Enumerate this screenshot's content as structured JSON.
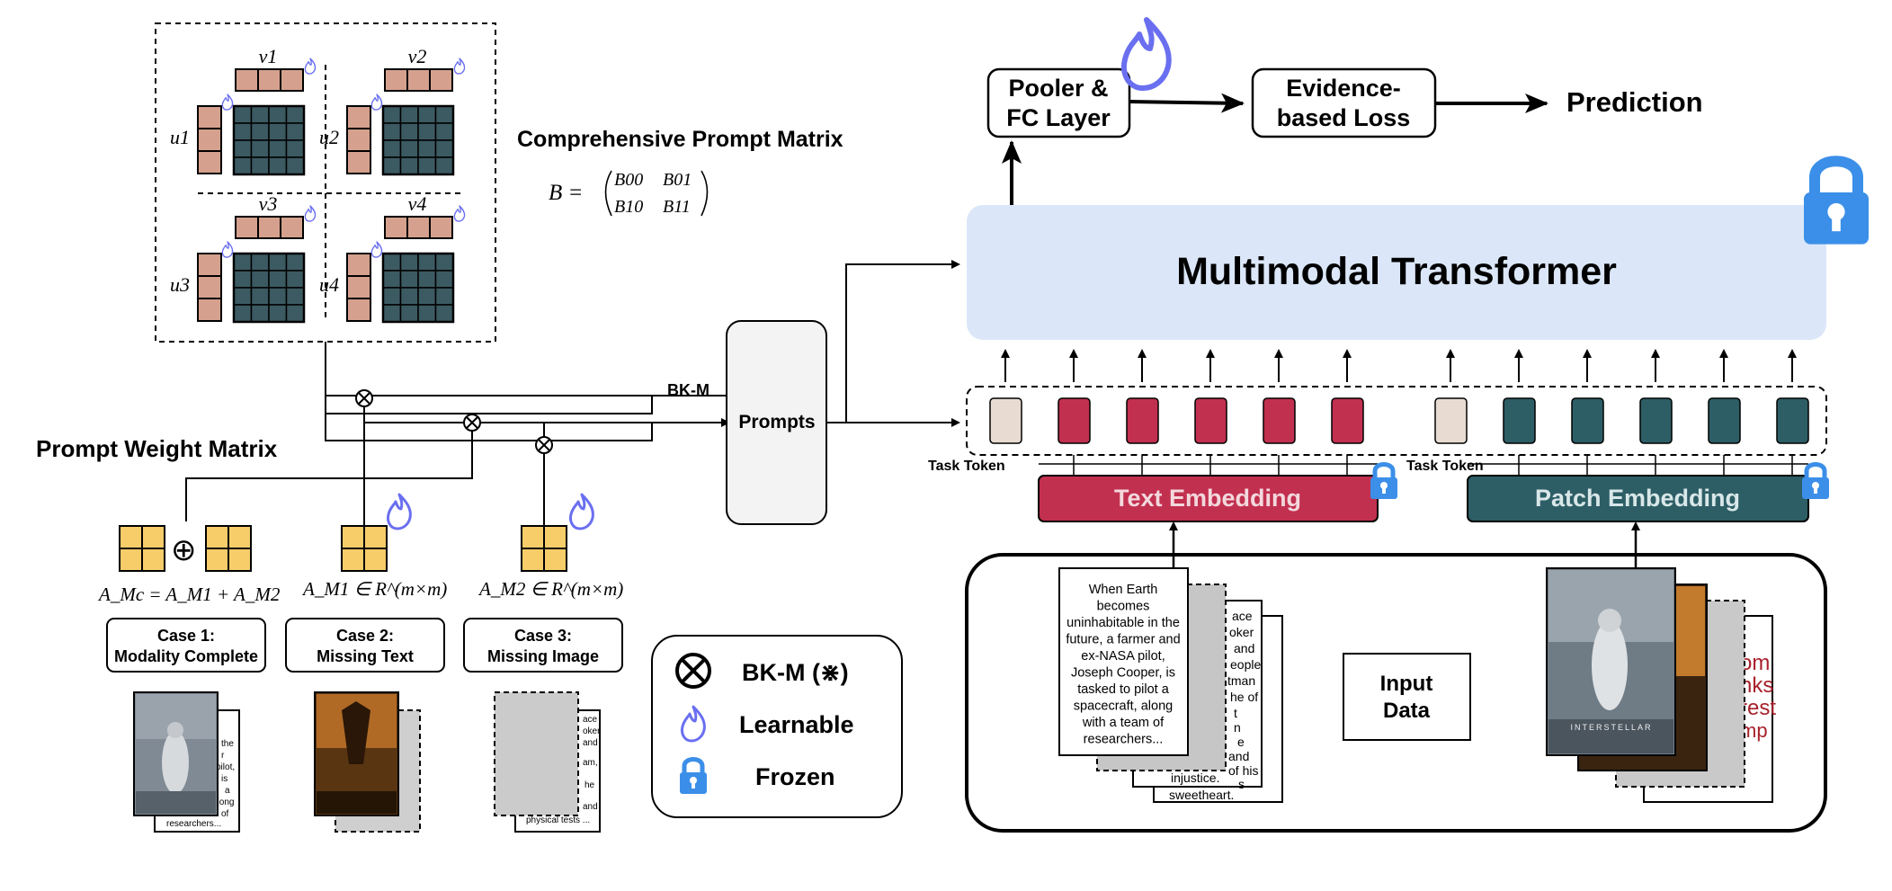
{
  "prompt_matrix": {
    "title": "Comprehensive Prompt Matrix",
    "equation": "B =",
    "b00": "B00",
    "b01": "B01",
    "b10": "B10",
    "b11": "B11",
    "v_labels": [
      "v1",
      "v2",
      "v3",
      "v4"
    ],
    "u_labels": [
      "u1",
      "u2",
      "u3",
      "u4"
    ]
  },
  "weight_matrix": {
    "title": "Prompt Weight Matrix",
    "formula_c": "A_Mc = A_M1 + A_M2",
    "formula_1": "A_M1 ∈ R^(m×m)",
    "formula_2": "A_M2 ∈ R^(m×m)",
    "plus_symbol": "⊕"
  },
  "cases": [
    {
      "line1": "Case 1:",
      "line2": "Modality Complete"
    },
    {
      "line1": "Case 2:",
      "line2": "Missing Text"
    },
    {
      "line1": "Case 3:",
      "line2": "Missing Image"
    }
  ],
  "flow": {
    "bkm_label": "BK-M",
    "prompts_label": "Prompts",
    "transformer_label": "Multimodal Transformer",
    "pooler_line1": "Pooler &",
    "pooler_line2": "FC Layer",
    "loss_line1": "Evidence-",
    "loss_line2": "based Loss",
    "prediction_label": "Prediction",
    "task_token_text": "Task Token",
    "task_token_image": "Task Token",
    "text_embedding": "Text Embedding",
    "patch_embedding": "Patch Embedding",
    "input_line1": "Input",
    "input_line2": "Data"
  },
  "input_text_lines": [
    "When Earth",
    "becomes",
    "uninhabitable in the",
    "future, a farmer and",
    "ex-NASA pilot,",
    "Joseph Cooper, is",
    "tasked to pilot a",
    "spacecraft, along",
    "with a team of",
    "researchers..."
  ],
  "back_text_fragments": [
    "ace",
    "oker",
    "and",
    "eople",
    "tman",
    "he of",
    "t",
    "n",
    "e",
    "and",
    "of his",
    "s",
    "injustice.",
    "sweetheart."
  ],
  "legend": {
    "bkm": "BK-M (⋇)",
    "learnable": "Learnable",
    "frozen": "Frozen"
  },
  "thumbs": {
    "case1_text": [
      "the",
      "r",
      "pilot,",
      "is",
      "a",
      "along",
      "of",
      "researchers..."
    ],
    "case3_text": [
      "ace",
      "oker",
      "and",
      "am,",
      "he",
      "and",
      "physical tests ..."
    ]
  },
  "colors": {
    "prompt_block": "#d5a18e",
    "matrix_cell": "#3c5a62",
    "text_token": "#c2304f",
    "image_token": "#2d5e66",
    "task_token": "#e8dcd2",
    "transformer_bg": "#dbe7f8",
    "weight_cell": "#f7cd6a",
    "flame": "#6a6ff0",
    "lock": "#3b8fe8"
  }
}
